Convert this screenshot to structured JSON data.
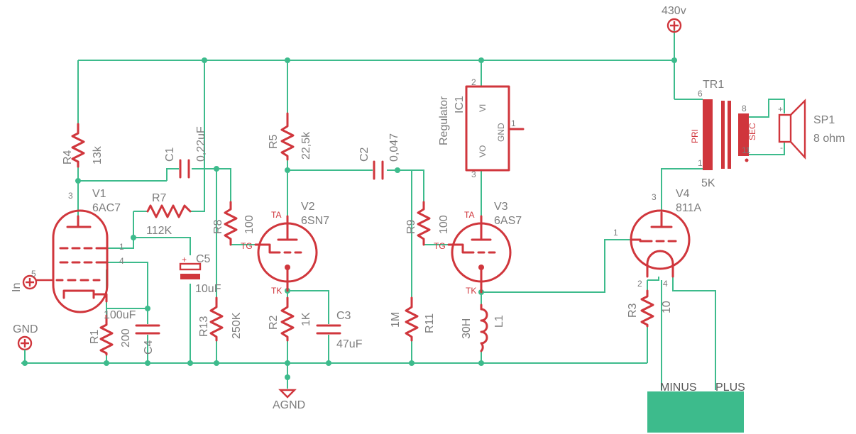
{
  "supply": {
    "voltage_label": "430v"
  },
  "power_pins": {
    "gnd": "GND",
    "agnd": "AGND",
    "input": "In"
  },
  "tubes": {
    "v1": {
      "ref": "V1",
      "type": "6AC7",
      "pin_plate": "3",
      "pin_g2": "1",
      "pin_g3": "4",
      "pin_grid": "5"
    },
    "v2": {
      "ref": "V2",
      "type": "6SN7",
      "ta": "TA",
      "tg": "TG",
      "tk": "TK"
    },
    "v3": {
      "ref": "V3",
      "type": "6AS7",
      "ta": "TA",
      "tg": "TG",
      "tk": "TK"
    },
    "v4": {
      "ref": "V4",
      "type": "811A",
      "pin_plate": "3",
      "pin_grid": "1",
      "pin_f1": "2",
      "pin_f2": "4"
    }
  },
  "resistors": {
    "r1": {
      "ref": "R1",
      "value": "200"
    },
    "r2": {
      "ref": "R2",
      "value": "1K"
    },
    "r3": {
      "ref": "R3",
      "value": "10"
    },
    "r4": {
      "ref": "R4",
      "value": "13k"
    },
    "r5": {
      "ref": "R5",
      "value": "22,5k"
    },
    "r7": {
      "ref": "R7",
      "value": "112K"
    },
    "r8": {
      "ref": "R8",
      "value": "100"
    },
    "r9": {
      "ref": "R9",
      "value": "100"
    },
    "r11": {
      "ref": "R11",
      "value": "1M"
    },
    "r13": {
      "ref": "R13",
      "value": "250K"
    }
  },
  "capacitors": {
    "c1": {
      "ref": "C1",
      "value": "0,22uF"
    },
    "c2": {
      "ref": "C2",
      "value": "0,047"
    },
    "c3": {
      "ref": "C3",
      "value": "47uF"
    },
    "c4": {
      "ref": "C4",
      "value": "100uF"
    },
    "c5": {
      "ref": "C5",
      "value": "10uF"
    }
  },
  "inductor": {
    "ref": "L1",
    "value": "30H"
  },
  "regulator": {
    "ref": "IC1",
    "name": "Regulator",
    "vi": "VI",
    "vo": "VO",
    "gnd": "GND",
    "pin_vi": "2",
    "pin_gnd": "1",
    "pin_vo": "3"
  },
  "transformer": {
    "ref": "TR1",
    "pri": "PRI",
    "sec": "SEC",
    "impedance": "5K",
    "pin_6": "6",
    "pin_1": "1",
    "pin_8": "8",
    "pin_11": "11"
  },
  "speaker": {
    "ref": "SP1",
    "value": "8 ohm",
    "plus": "+",
    "minus": "-"
  },
  "filament_supply": {
    "minus": "MINUS",
    "plus": "PLUS",
    "color": "#3dbb8c"
  },
  "colors": {
    "wire": "#3dbb8c",
    "component": "#d0363c",
    "label": "#7d7d7d"
  }
}
